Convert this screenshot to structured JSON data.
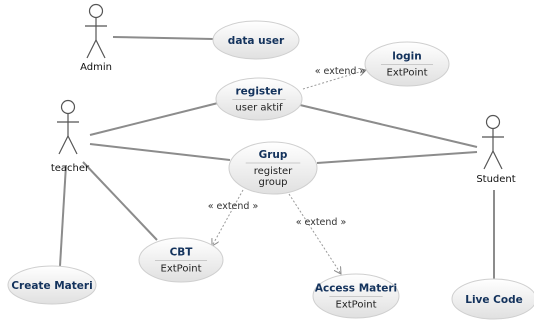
{
  "actors": [
    {
      "id": "admin",
      "label": "Admin"
    },
    {
      "id": "teacher",
      "label": "teacher"
    },
    {
      "id": "student",
      "label": "Student"
    }
  ],
  "use_cases": [
    {
      "id": "data_user",
      "title": "data user"
    },
    {
      "id": "login",
      "title": "login",
      "sub": [
        "ExtPoint"
      ]
    },
    {
      "id": "register",
      "title": "register",
      "sub": [
        "user aktif"
      ]
    },
    {
      "id": "grup",
      "title": "Grup",
      "sub": [
        "register",
        "group"
      ]
    },
    {
      "id": "cbt",
      "title": "CBT",
      "sub": [
        "ExtPoint"
      ]
    },
    {
      "id": "access_materi",
      "title": "Access Materi",
      "sub": [
        "ExtPoint"
      ]
    },
    {
      "id": "create_materi",
      "title": "Create Materi"
    },
    {
      "id": "live_code",
      "title": "Live Code"
    }
  ],
  "relations": [
    {
      "type": "association",
      "from": "admin",
      "to": "data_user"
    },
    {
      "type": "association",
      "from": "teacher",
      "to": "register"
    },
    {
      "type": "association",
      "from": "teacher",
      "to": "grup"
    },
    {
      "type": "association",
      "from": "teacher",
      "to": "cbt"
    },
    {
      "type": "association",
      "from": "teacher",
      "to": "create_materi"
    },
    {
      "type": "association",
      "from": "student",
      "to": "register"
    },
    {
      "type": "association",
      "from": "student",
      "to": "grup"
    },
    {
      "type": "association",
      "from": "student",
      "to": "live_code"
    },
    {
      "type": "extend",
      "from": "register",
      "to": "login",
      "label": "« extend »"
    },
    {
      "type": "extend",
      "from": "grup",
      "to": "cbt",
      "label": "« extend »"
    },
    {
      "type": "extend",
      "from": "grup",
      "to": "access_materi",
      "label": "« extend »"
    }
  ],
  "colors": {
    "ellipse_fill_top": "#ffffff",
    "ellipse_fill_bottom": "#e3e3e3",
    "ellipse_stroke": "#cfcfcf",
    "title_text": "#13325c",
    "line": "#8c8c8c"
  }
}
